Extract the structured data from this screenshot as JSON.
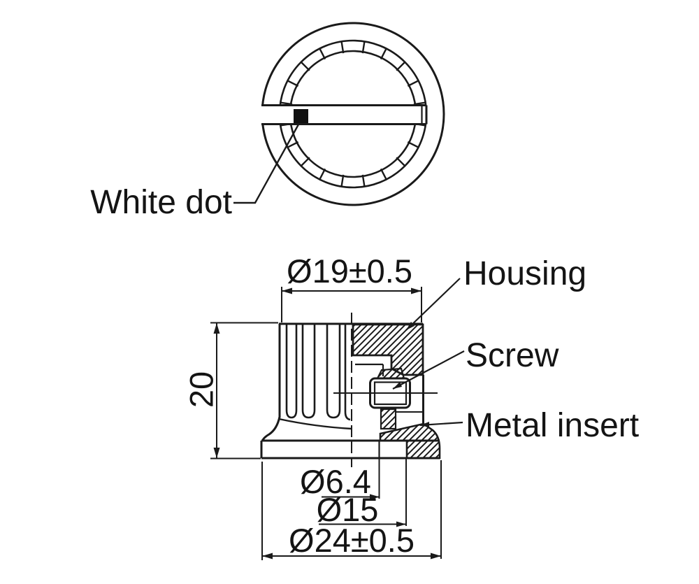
{
  "drawing": {
    "colors": {
      "background": "#ffffff",
      "ink": "#1a1a1a"
    },
    "top_view": {
      "label_white_dot": "White dot"
    },
    "side_view": {
      "labels": {
        "housing": "Housing",
        "screw": "Screw",
        "metal_insert": "Metal insert"
      },
      "dimensions": {
        "top_diameter": "Ø19±0.5",
        "height": "20",
        "shaft_hole_diameter": "Ø6.4",
        "insert_diameter": "Ø15",
        "base_diameter": "Ø24±0.5"
      }
    }
  }
}
